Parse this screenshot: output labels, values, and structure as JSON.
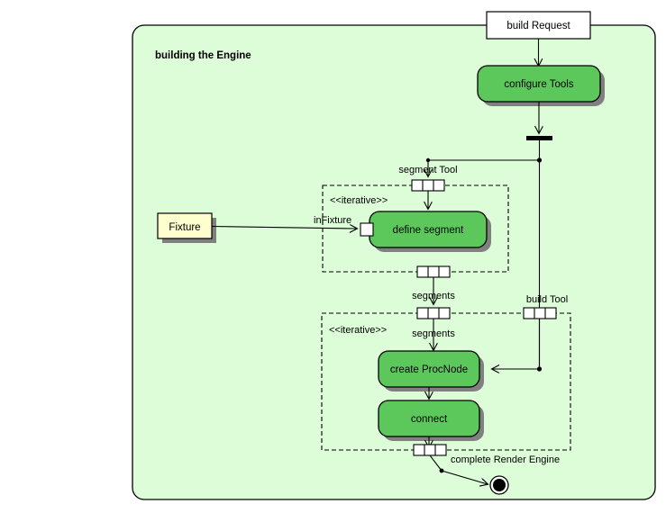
{
  "diagram": {
    "type": "uml-activity-diagram",
    "frame_title": "building the Engine",
    "colors": {
      "frame_fill": "#ddfdd9",
      "frame_stroke": "#000000",
      "action_fill": "#5cc85c",
      "action_stroke": "#000000",
      "object_fill": "#fefece",
      "object_stroke": "#000000",
      "shadow": "#808080",
      "line": "#000000",
      "page_background": "#ffffff"
    },
    "nodes": {
      "build_request": {
        "label": "build Request",
        "shape": "rectangle"
      },
      "configure_tools": {
        "label": "configure Tools",
        "shape": "rounded-action"
      },
      "fixture": {
        "label": "Fixture",
        "shape": "object"
      },
      "define_segment": {
        "label": "define segment",
        "shape": "rounded-action"
      },
      "create_procnode": {
        "label": "create ProcNode",
        "shape": "rounded-action"
      },
      "connect": {
        "label": "connect",
        "shape": "rounded-action"
      },
      "final_node": {
        "label": "",
        "shape": "final-node"
      }
    },
    "expansion_regions": [
      {
        "id": "segment-region",
        "stereotype": "<<iterative>>"
      },
      {
        "id": "procnode-region",
        "stereotype": "<<iterative>>"
      }
    ],
    "pin_labels": {
      "segment_tool": "segment Tool",
      "in_fixture": "inFixture",
      "segments_out": "segments",
      "segments_in": "segments",
      "build_tool": "build Tool",
      "complete_render_engine": "complete Render Engine"
    },
    "fork_bar": {
      "present": true
    }
  }
}
